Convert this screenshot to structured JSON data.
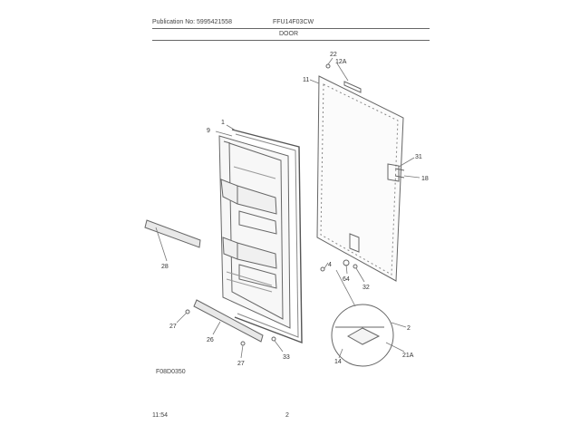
{
  "header": {
    "publication": "Publication No: 5995421558",
    "model": "FFU14F03CW",
    "section": "DOOR"
  },
  "diagram": {
    "callouts": [
      "22",
      "12A",
      "11",
      "9",
      "1",
      "31",
      "18",
      "28",
      "4",
      "64",
      "32",
      "27",
      "26",
      "33",
      "27",
      "2",
      "21A",
      "14"
    ],
    "figure_code": "F08D0350"
  },
  "footer": {
    "time": "11:54",
    "page": "2"
  }
}
